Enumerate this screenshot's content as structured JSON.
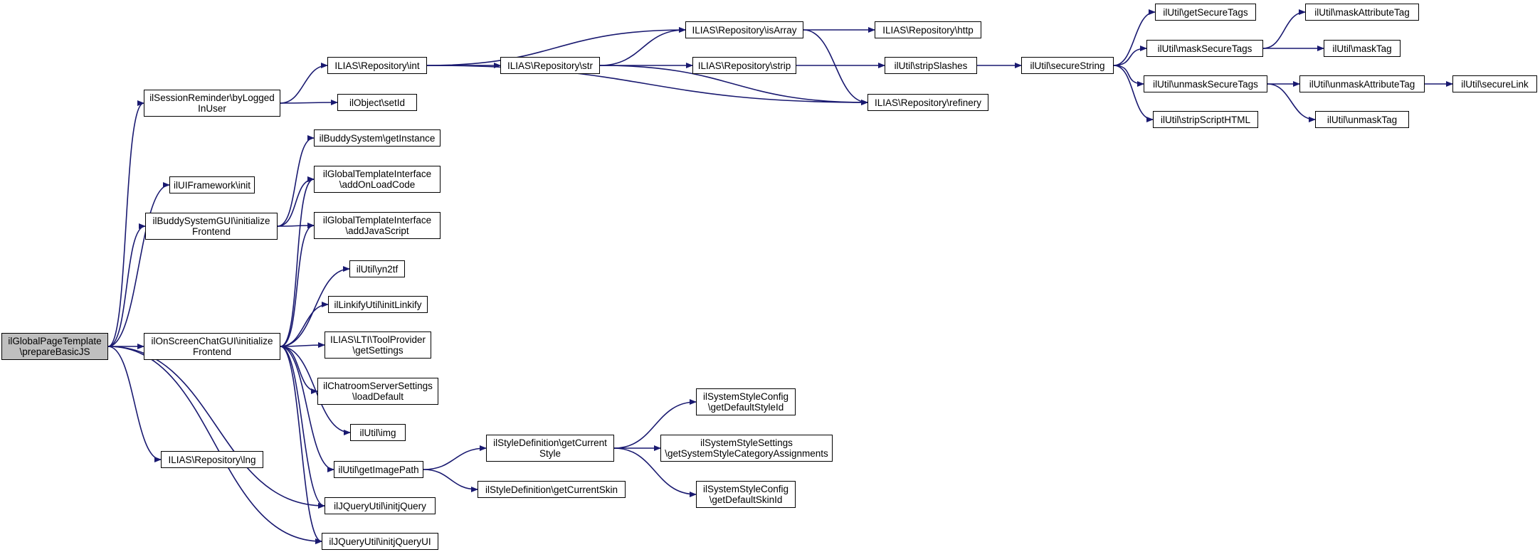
{
  "colors": {
    "edge": "#191970",
    "root_fill": "#bfbfbf",
    "node_fill": "#ffffff",
    "border": "#000000"
  },
  "nodes": {
    "n0": {
      "lines": [
        "ilGlobalPageTemplate",
        "\\prepareBasicJS"
      ]
    },
    "n1": {
      "lines": [
        "ilSessionReminder\\byLogged",
        "InUser"
      ]
    },
    "n2": {
      "lines": [
        "ilUIFramework\\init"
      ]
    },
    "n3": {
      "lines": [
        "ilBuddySystemGUI\\initialize",
        "Frontend"
      ]
    },
    "n4": {
      "lines": [
        "ilOnScreenChatGUI\\initialize",
        "Frontend"
      ]
    },
    "n5": {
      "lines": [
        "ILIAS\\Repository\\lng"
      ]
    },
    "n6": {
      "lines": [
        "ilJQueryUtil\\initjQuery"
      ]
    },
    "n7": {
      "lines": [
        "ilJQueryUtil\\initjQueryUI"
      ]
    },
    "n8": {
      "lines": [
        "ILIAS\\Repository\\int"
      ]
    },
    "n9": {
      "lines": [
        "ilObject\\setId"
      ]
    },
    "n10": {
      "lines": [
        "ilBuddySystem\\getInstance"
      ]
    },
    "n11": {
      "lines": [
        "ilGlobalTemplateInterface",
        "\\addOnLoadCode"
      ]
    },
    "n12": {
      "lines": [
        "ilGlobalTemplateInterface",
        "\\addJavaScript"
      ]
    },
    "n13": {
      "lines": [
        "ilUtil\\yn2tf"
      ]
    },
    "n14": {
      "lines": [
        "ilLinkifyUtil\\initLinkify"
      ]
    },
    "n15": {
      "lines": [
        "ILIAS\\LTI\\ToolProvider",
        "\\getSettings"
      ]
    },
    "n16": {
      "lines": [
        "ilChatroomServerSettings",
        "\\loadDefault"
      ]
    },
    "n17": {
      "lines": [
        "ilUtil\\img"
      ]
    },
    "n18": {
      "lines": [
        "ilUtil\\getImagePath"
      ]
    },
    "n19": {
      "lines": [
        "ILIAS\\Repository\\str"
      ]
    },
    "n20": {
      "lines": [
        "ILIAS\\Repository\\isArray"
      ]
    },
    "n21": {
      "lines": [
        "ILIAS\\Repository\\strip"
      ]
    },
    "n22": {
      "lines": [
        "ILIAS\\Repository\\refinery"
      ]
    },
    "n23": {
      "lines": [
        "ILIAS\\Repository\\http"
      ]
    },
    "n24": {
      "lines": [
        "ilUtil\\stripSlashes"
      ]
    },
    "n25": {
      "lines": [
        "ilUtil\\secureString"
      ]
    },
    "n26": {
      "lines": [
        "ilUtil\\getSecureTags"
      ]
    },
    "n27": {
      "lines": [
        "ilUtil\\maskSecureTags"
      ]
    },
    "n28": {
      "lines": [
        "ilUtil\\unmaskSecureTags"
      ]
    },
    "n29": {
      "lines": [
        "ilUtil\\stripScriptHTML"
      ]
    },
    "n30": {
      "lines": [
        "ilUtil\\maskAttributeTag"
      ]
    },
    "n31": {
      "lines": [
        "ilUtil\\maskTag"
      ]
    },
    "n32": {
      "lines": [
        "ilUtil\\unmaskAttributeTag"
      ]
    },
    "n33": {
      "lines": [
        "ilUtil\\unmaskTag"
      ]
    },
    "n34": {
      "lines": [
        "ilUtil\\secureLink"
      ]
    },
    "n35": {
      "lines": [
        "ilStyleDefinition\\getCurrent",
        "Style"
      ]
    },
    "n36": {
      "lines": [
        "ilStyleDefinition\\getCurrentSkin"
      ]
    },
    "n37": {
      "lines": [
        "ilSystemStyleConfig",
        "\\getDefaultStyleId"
      ]
    },
    "n38": {
      "lines": [
        "ilSystemStyleSettings",
        "\\getSystemStyleCategoryAssignments"
      ]
    },
    "n39": {
      "lines": [
        "ilSystemStyleConfig",
        "\\getDefaultSkinId"
      ]
    }
  },
  "edges": [
    [
      "n0",
      "n1"
    ],
    [
      "n0",
      "n2"
    ],
    [
      "n0",
      "n3"
    ],
    [
      "n0",
      "n4"
    ],
    [
      "n0",
      "n5"
    ],
    [
      "n0",
      "n6"
    ],
    [
      "n0",
      "n7"
    ],
    [
      "n1",
      "n8"
    ],
    [
      "n1",
      "n9"
    ],
    [
      "n3",
      "n10"
    ],
    [
      "n3",
      "n11"
    ],
    [
      "n3",
      "n12"
    ],
    [
      "n4",
      "n11"
    ],
    [
      "n4",
      "n12"
    ],
    [
      "n4",
      "n13"
    ],
    [
      "n4",
      "n14"
    ],
    [
      "n4",
      "n15"
    ],
    [
      "n4",
      "n16"
    ],
    [
      "n4",
      "n17"
    ],
    [
      "n4",
      "n18"
    ],
    [
      "n4",
      "n6"
    ],
    [
      "n4",
      "n7"
    ],
    [
      "n8",
      "n19"
    ],
    [
      "n8",
      "n20"
    ],
    [
      "n8",
      "n22"
    ],
    [
      "n19",
      "n20"
    ],
    [
      "n19",
      "n21"
    ],
    [
      "n19",
      "n22"
    ],
    [
      "n20",
      "n23"
    ],
    [
      "n20",
      "n22"
    ],
    [
      "n21",
      "n24"
    ],
    [
      "n24",
      "n25"
    ],
    [
      "n25",
      "n26"
    ],
    [
      "n25",
      "n27"
    ],
    [
      "n25",
      "n28"
    ],
    [
      "n25",
      "n29"
    ],
    [
      "n27",
      "n30"
    ],
    [
      "n27",
      "n31"
    ],
    [
      "n28",
      "n32"
    ],
    [
      "n28",
      "n33"
    ],
    [
      "n32",
      "n34"
    ],
    [
      "n18",
      "n35"
    ],
    [
      "n18",
      "n36"
    ],
    [
      "n35",
      "n37"
    ],
    [
      "n35",
      "n38"
    ],
    [
      "n35",
      "n39"
    ]
  ]
}
